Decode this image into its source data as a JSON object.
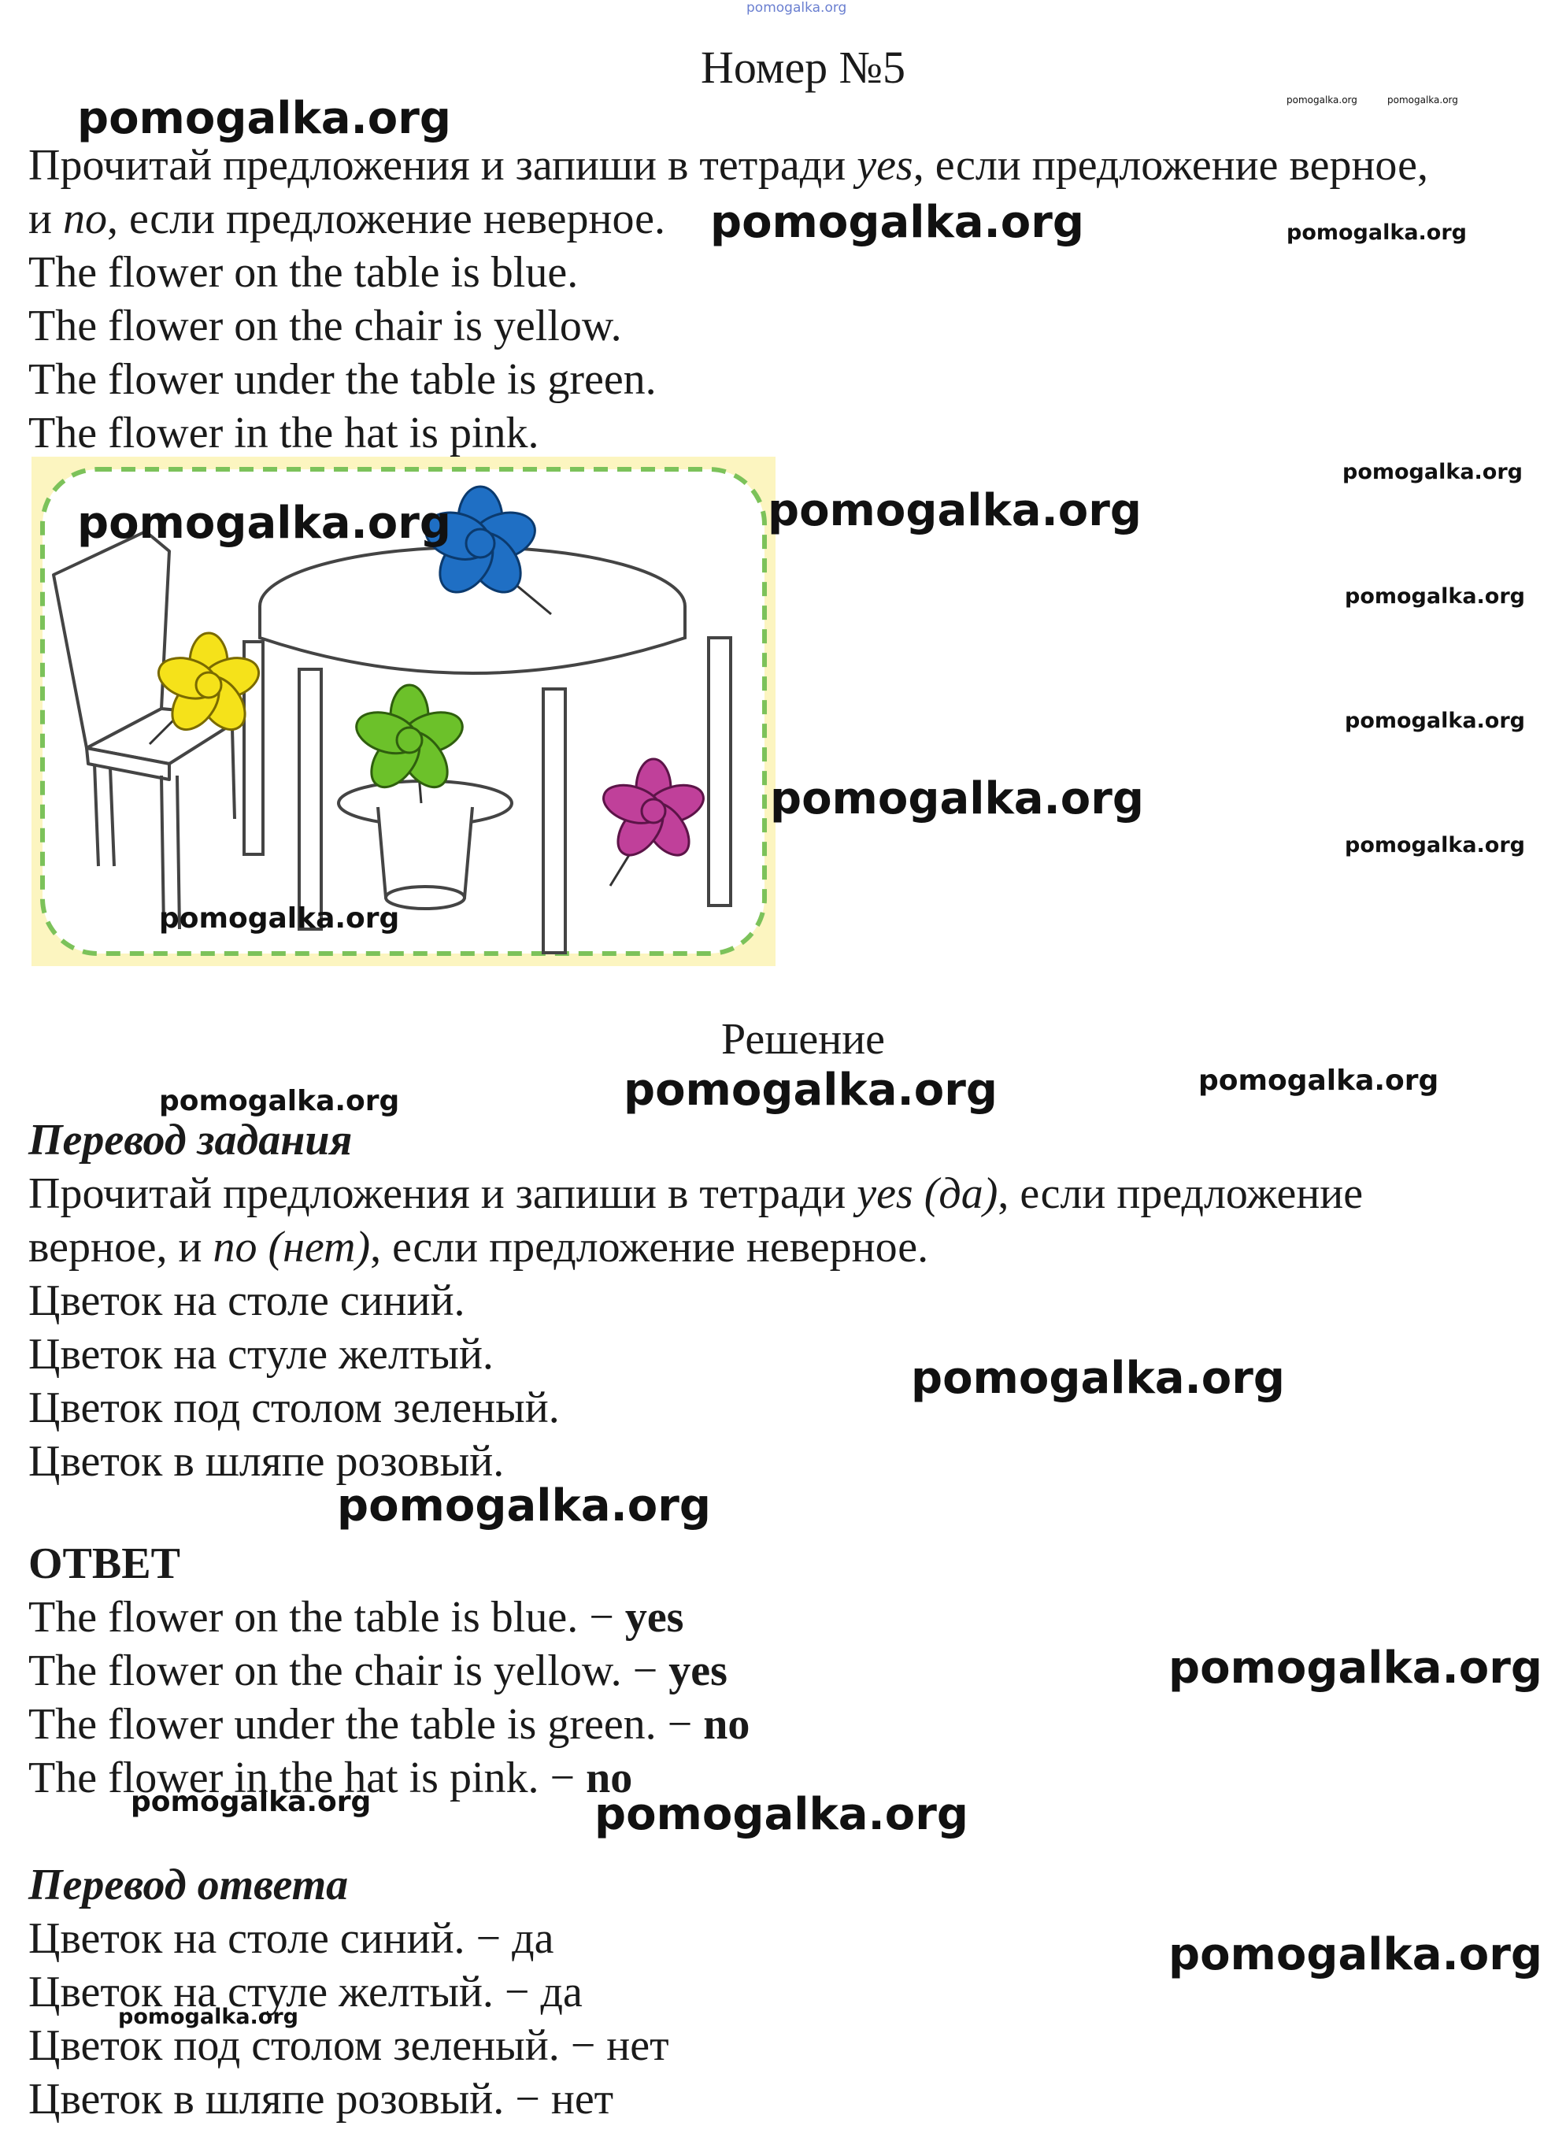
{
  "header": {
    "top_watermark": "pomogalka.org",
    "title": "Номер №5"
  },
  "task": {
    "instruction_line1_a": "Прочитай предложения и запиши в тетради ",
    "instruction_line1_yes": "yes",
    "instruction_line1_b": ", если предложение верное,",
    "instruction_line2_a": "и ",
    "instruction_line2_no": "no",
    "instruction_line2_b": ", если предложение неверное.",
    "sentences": [
      "The flower on the table is blue.",
      "The flower on the chair is yellow.",
      "The flower under the table is green.",
      "The flower in the hat is pink."
    ]
  },
  "illustration": {
    "colors": {
      "background": "#fcf5c0",
      "border": "#7cc25a",
      "blue_flower": "#1f6fc4",
      "yellow_flower": "#f5e21a",
      "green_flower": "#6cc12a",
      "pink_flower": "#c0409a"
    }
  },
  "solution": {
    "heading": "Решение",
    "translation_heading": "Перевод задания",
    "translation_line1_a": "Прочитай предложения и запиши в тетради ",
    "translation_line1_yes": "yes (да)",
    "translation_line1_b": ", если предложение",
    "translation_line2_a": "верное, и ",
    "translation_line2_no": "no (нет)",
    "translation_line2_b": ", если предложение неверное.",
    "translated_sentences": [
      "Цветок на столе синий.",
      "Цветок на стуле желтый.",
      "Цветок под столом зеленый.",
      "Цветок в шляпе розовый."
    ],
    "answer_heading": "ОТВЕТ",
    "answers": [
      {
        "text": "The flower on the table is blue. − ",
        "answer": "yes"
      },
      {
        "text": "The flower on the chair is yellow. − ",
        "answer": "yes"
      },
      {
        "text": "The flower under the table is green. − ",
        "answer": "no"
      },
      {
        "text": "The flower in the hat is pink. − ",
        "answer": "no"
      }
    ],
    "answer_translation_heading": "Перевод ответа",
    "translated_answers": [
      "Цветок на столе синий. − да",
      "Цветок на стуле желтый. − да",
      "Цветок под столом зеленый. − нет",
      "Цветок в шляпе розовый. − нет"
    ]
  },
  "watermark_text": "pomogalka.org"
}
